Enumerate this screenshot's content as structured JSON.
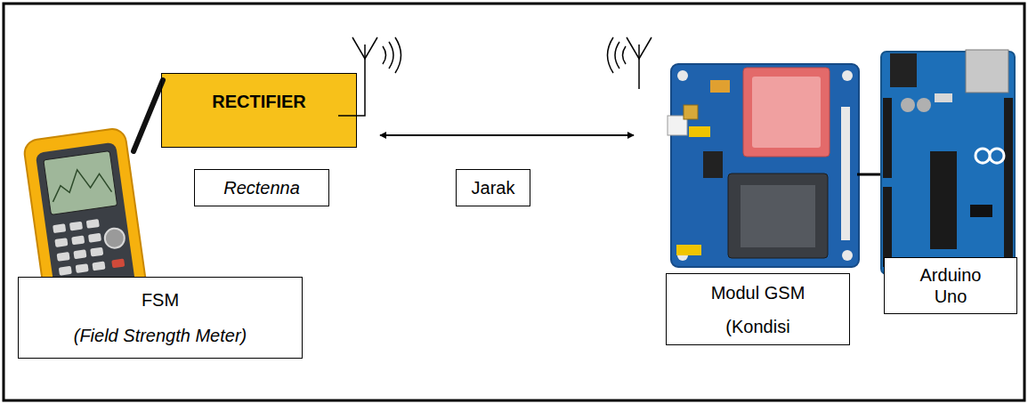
{
  "diagram": {
    "nodes": [
      {
        "text": [
          "RECTIFIER"
        ]
      },
      {
        "text": [
          "Rectenna"
        ]
      },
      {
        "text": [
          "Jarak"
        ]
      },
      {
        "text": [
          "FSM",
          "(Field Strength Meter)"
        ]
      },
      {
        "text": [
          "Modul GSM",
          "(Kondisi"
        ]
      },
      {
        "text": [
          "Arduino Uno"
        ]
      }
    ]
  }
}
